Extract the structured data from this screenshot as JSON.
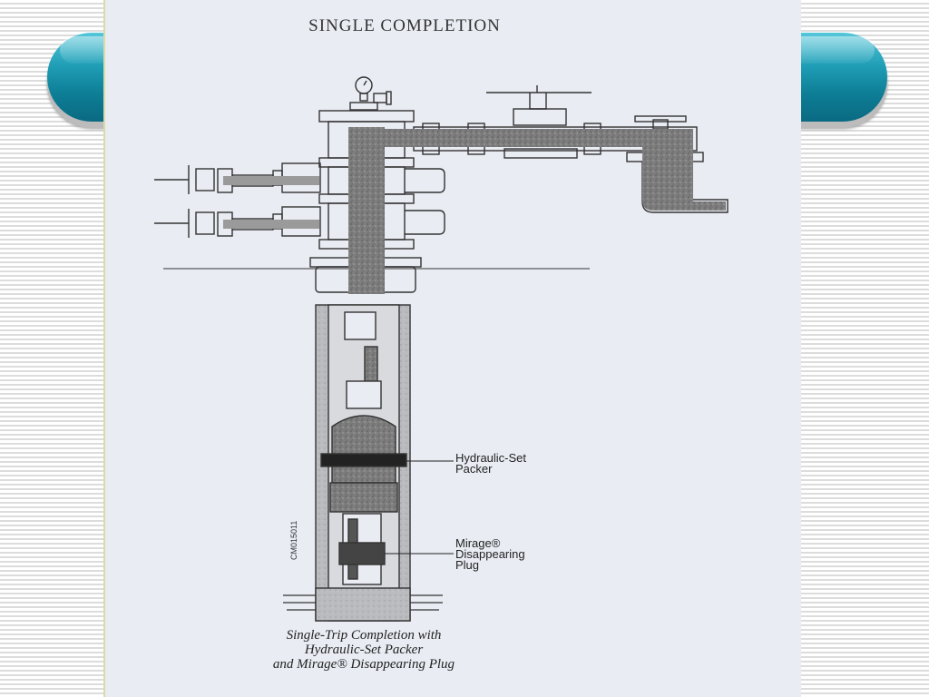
{
  "slide": {
    "title": "SINGLE COMPLETION",
    "accent_color": "#1e9db5"
  },
  "diagram": {
    "labels": {
      "packer": [
        "Hydraulic-Set",
        "Packer"
      ],
      "plug": [
        "Mirage®",
        "Disappearing",
        "Plug"
      ]
    },
    "drawing_code": "CM015011",
    "caption": [
      "Single-Trip Completion with",
      "Hydraulic-Set Packer",
      "and Mirage® Disappearing Plug"
    ]
  }
}
